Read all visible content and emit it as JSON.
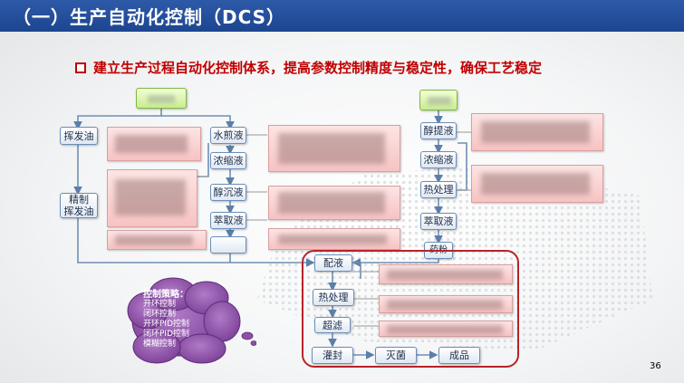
{
  "slide": {
    "title": "（一）生产自动化控制（DCS）",
    "headline": "建立生产过程自动化控制体系，提高参数控制精度与稳定性，确保工艺稳定",
    "page_number": "36"
  },
  "flowchart": {
    "left_branch": {
      "volatile_oil": "挥发油",
      "refined_volatile_oil": "精制\n挥发油"
    },
    "middle_branch": {
      "water_decoction": "水煎液",
      "concentrate": "浓缩液",
      "alcohol_precipitate": "醇沉液",
      "extract": "萃取液"
    },
    "right_branch": {
      "alcohol_extract": "醇提液",
      "concentrate": "浓缩液",
      "heat_treatment": "热处理",
      "extract": "萃取液",
      "powder": "药粉"
    },
    "formulation": {
      "mix": "配液",
      "heat_treatment": "热处理",
      "filtration": "超滤",
      "filling": "灌封",
      "sterilize": "灭菌",
      "product": "成品"
    }
  },
  "control_strategy": {
    "title": "控制策略：",
    "items": [
      "开环控制",
      "闭环控制",
      "开环PID控制",
      "闭环PID控制",
      "模糊控制"
    ]
  },
  "colors": {
    "title_bar": "#1d4590",
    "headline": "#c00000",
    "info_box": "#f7c3c3",
    "cloud": "#8e4fa8",
    "frame": "#b8232a"
  }
}
